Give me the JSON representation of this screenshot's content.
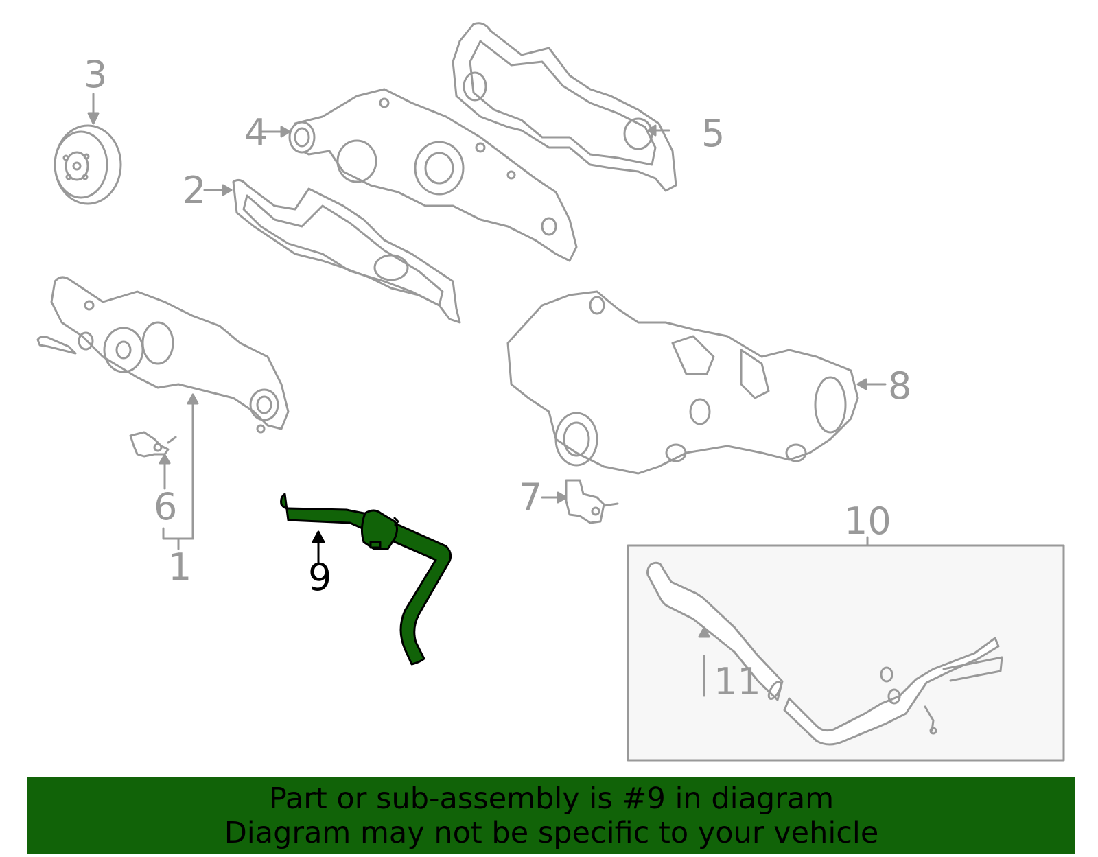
{
  "diagram": {
    "highlighted_part": "9",
    "colors": {
      "highlight_fill": "#116308",
      "line_gray": "#999999",
      "inset_bg": "#f7f7f7",
      "banner_bg": "#116308"
    },
    "callouts": [
      {
        "id": "1",
        "label": "1",
        "part": "water-pump-assembly"
      },
      {
        "id": "2",
        "label": "2",
        "part": "gasket"
      },
      {
        "id": "3",
        "label": "3",
        "part": "pulley"
      },
      {
        "id": "4",
        "label": "4",
        "part": "water-outlet-housing"
      },
      {
        "id": "5",
        "label": "5",
        "part": "gasket"
      },
      {
        "id": "6",
        "label": "6",
        "part": "sensor"
      },
      {
        "id": "7",
        "label": "7",
        "part": "sensor"
      },
      {
        "id": "8",
        "label": "8",
        "part": "thermostat-housing"
      },
      {
        "id": "9",
        "label": "9",
        "part": "hose"
      },
      {
        "id": "10",
        "label": "10",
        "part": "tube-assembly"
      },
      {
        "id": "11",
        "label": "11",
        "part": "hose"
      }
    ]
  },
  "banner": {
    "line1": "Part or sub-assembly is #9 in diagram",
    "line2": "Diagram may not be specific to your vehicle"
  }
}
